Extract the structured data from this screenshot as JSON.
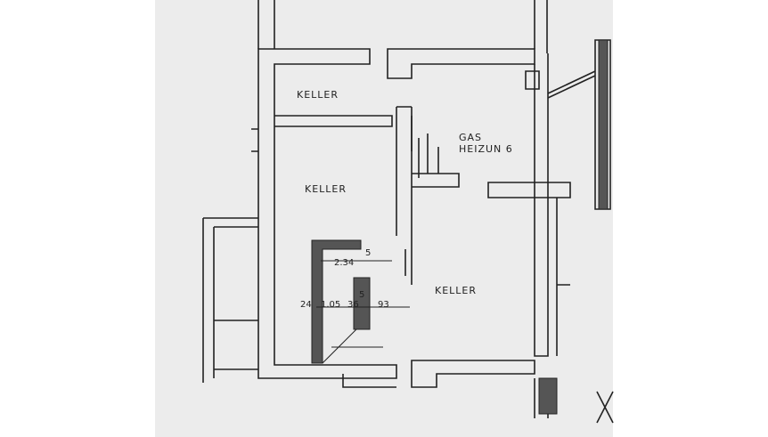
{
  "rooms": [
    {
      "label": "KELLER"
    },
    {
      "label": "KELLER"
    },
    {
      "label": "KELLER"
    }
  ],
  "heating_room": {
    "line1": "GAS",
    "line2": "HEIZUN 6"
  },
  "dimensions": [
    "2.34",
    "5",
    "24",
    "1.05",
    "36",
    "5",
    "93"
  ],
  "colors": {
    "paper": "#ececec",
    "ink": "#222222",
    "fill": "#555555"
  }
}
